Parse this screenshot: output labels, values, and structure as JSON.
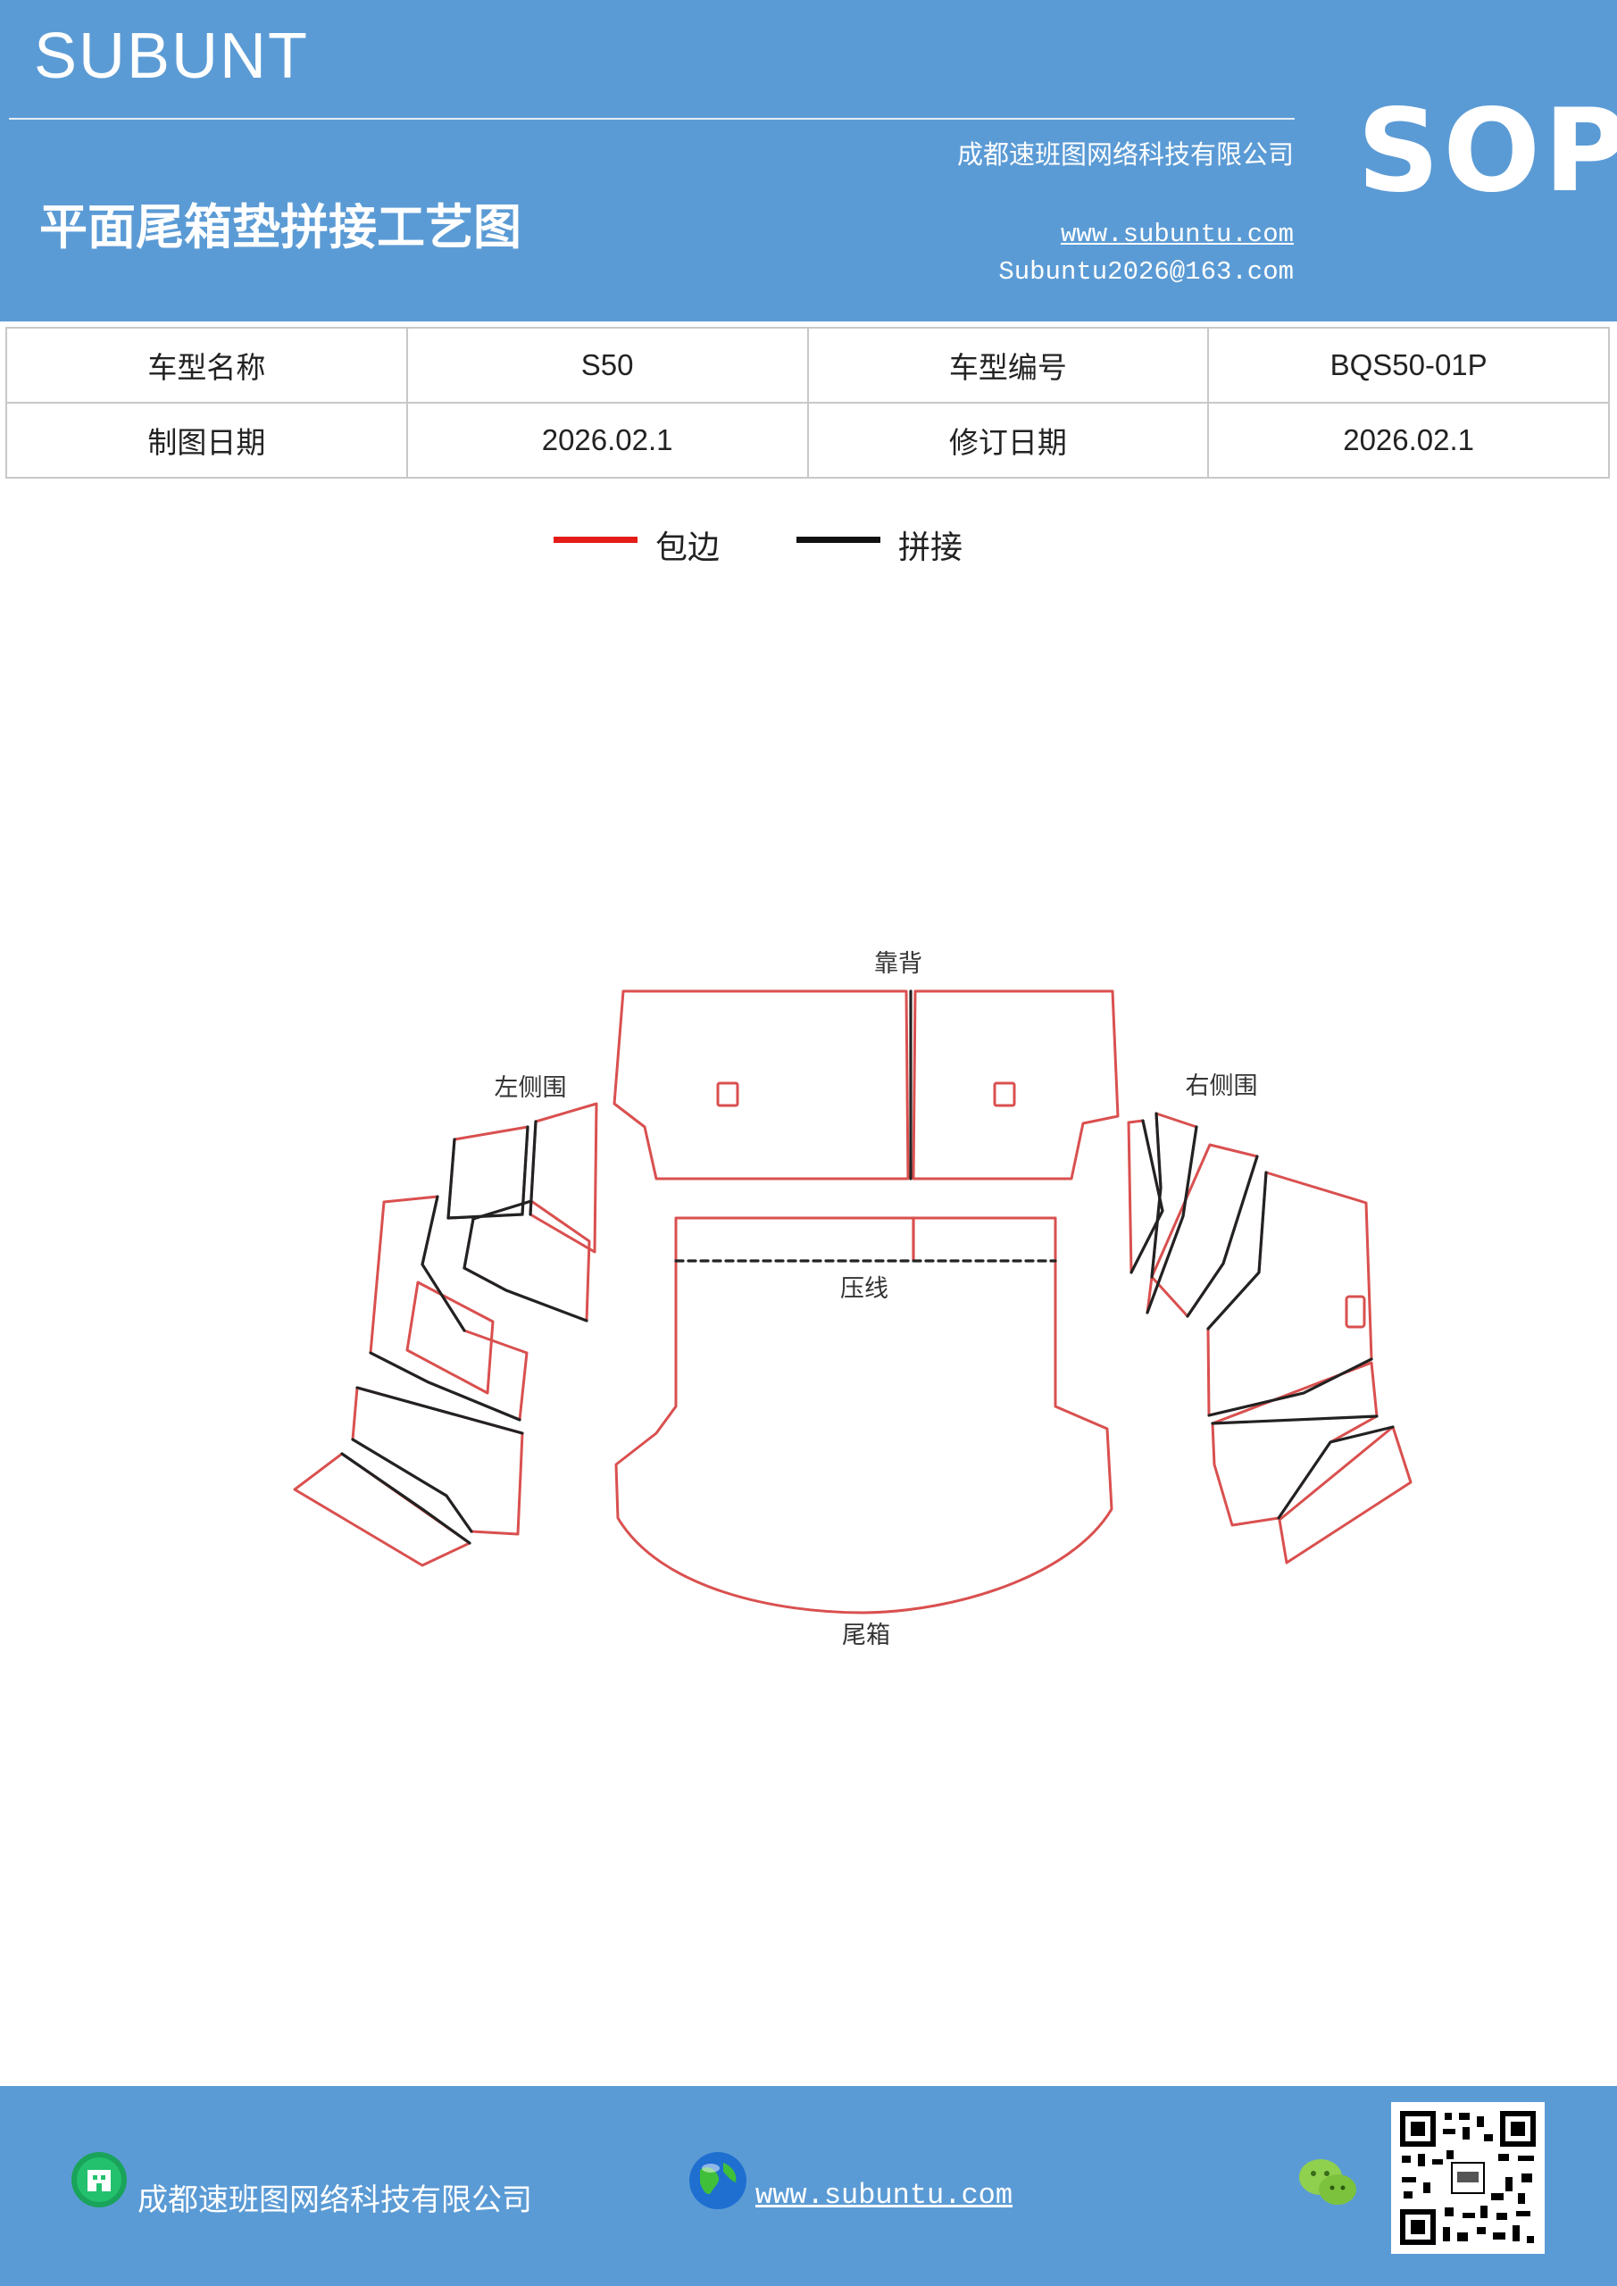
{
  "header": {
    "brand": "SUBUNT",
    "title": "平面尾箱垫拼接工艺图",
    "company": "成都速班图网络科技有限公司",
    "website": "www.subuntu.com",
    "email": "Subuntu2026@163.com",
    "badge": "SOP",
    "background_color": "#5b9bd5"
  },
  "info_table": {
    "rows": [
      [
        "车型名称",
        "S50",
        "车型编号",
        "BQS50-01P"
      ],
      [
        "制图日期",
        "2026.02.1",
        "修订日期",
        "2026.02.1"
      ]
    ]
  },
  "legend": {
    "items": [
      {
        "label": "包边",
        "color": "#e41b17"
      },
      {
        "label": "拼接",
        "color": "#111111"
      }
    ]
  },
  "diagram": {
    "labels": {
      "backrest": "靠背",
      "left_side": "左侧围",
      "right_side": "右侧围",
      "crease_line": "压线",
      "trunk": "尾箱"
    },
    "edge_color": "#d9504f",
    "seam_color": "#222222"
  },
  "footer": {
    "company": "成都速班图网络科技有限公司",
    "website": "www.subuntu.com",
    "icons": [
      "building-icon",
      "globe-icon",
      "wechat-icon",
      "qr-code"
    ]
  }
}
